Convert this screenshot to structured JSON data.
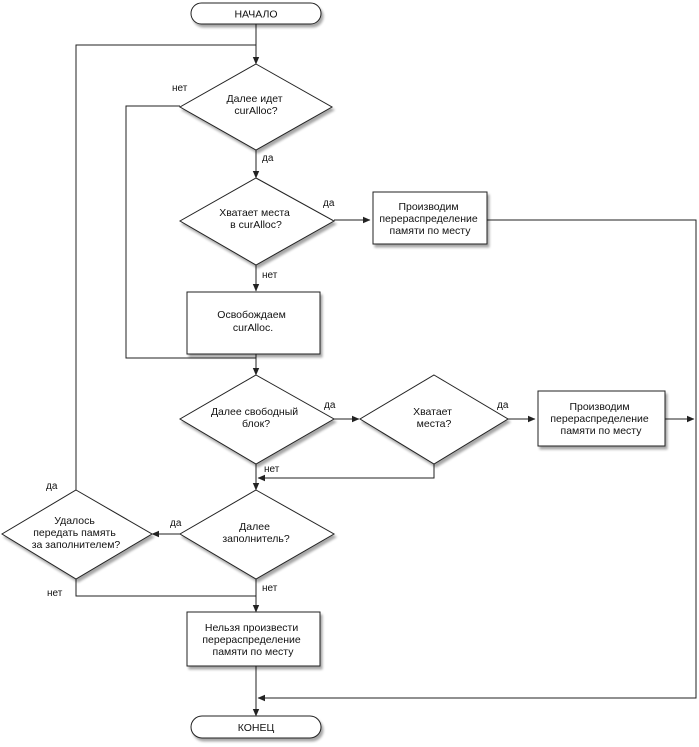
{
  "diagram": {
    "nodes": {
      "start": {
        "kind": "terminal",
        "lines": [
          "НАЧАЛО"
        ]
      },
      "next_is_curalloc": {
        "kind": "decision",
        "lines": [
          "Далее идет",
          "curAlloc?"
        ]
      },
      "enough_space_curalloc": {
        "kind": "decision",
        "lines": [
          "Хватает места",
          "в curAlloc?"
        ]
      },
      "realloc_in_place_1": {
        "kind": "process",
        "lines": [
          "Производим",
          "перераспределение",
          "памяти по месту"
        ]
      },
      "free_curalloc": {
        "kind": "process",
        "lines": [
          "Освобождаем",
          "curAlloc."
        ]
      },
      "next_free_block": {
        "kind": "decision",
        "lines": [
          "Далее свободный",
          "блок?"
        ]
      },
      "enough_space": {
        "kind": "decision",
        "lines": [
          "Хватает",
          "места?"
        ]
      },
      "realloc_in_place_2": {
        "kind": "process",
        "lines": [
          "Производим",
          "перераспределение",
          "памяти по месту"
        ]
      },
      "next_filler": {
        "kind": "decision",
        "lines": [
          "Далее",
          "заполнитель?"
        ]
      },
      "pass_memory_behind_filler": {
        "kind": "decision",
        "lines": [
          "Удалось",
          "передать память",
          "за заполнителем?"
        ]
      },
      "cannot_realloc": {
        "kind": "process",
        "lines": [
          "Нельзя произвести",
          "перераспределение",
          "памяти по месту"
        ]
      },
      "end": {
        "kind": "terminal",
        "lines": [
          "КОНЕЦ"
        ]
      }
    },
    "edge_labels": {
      "no_1": "нет",
      "yes_1": "да",
      "yes_2": "да",
      "no_2": "нет",
      "yes_3": "да",
      "yes_4": "да",
      "no_3": "нет",
      "yes_5": "да",
      "yes_6": "да",
      "no_4": "нет",
      "no_5": "нет"
    }
  }
}
